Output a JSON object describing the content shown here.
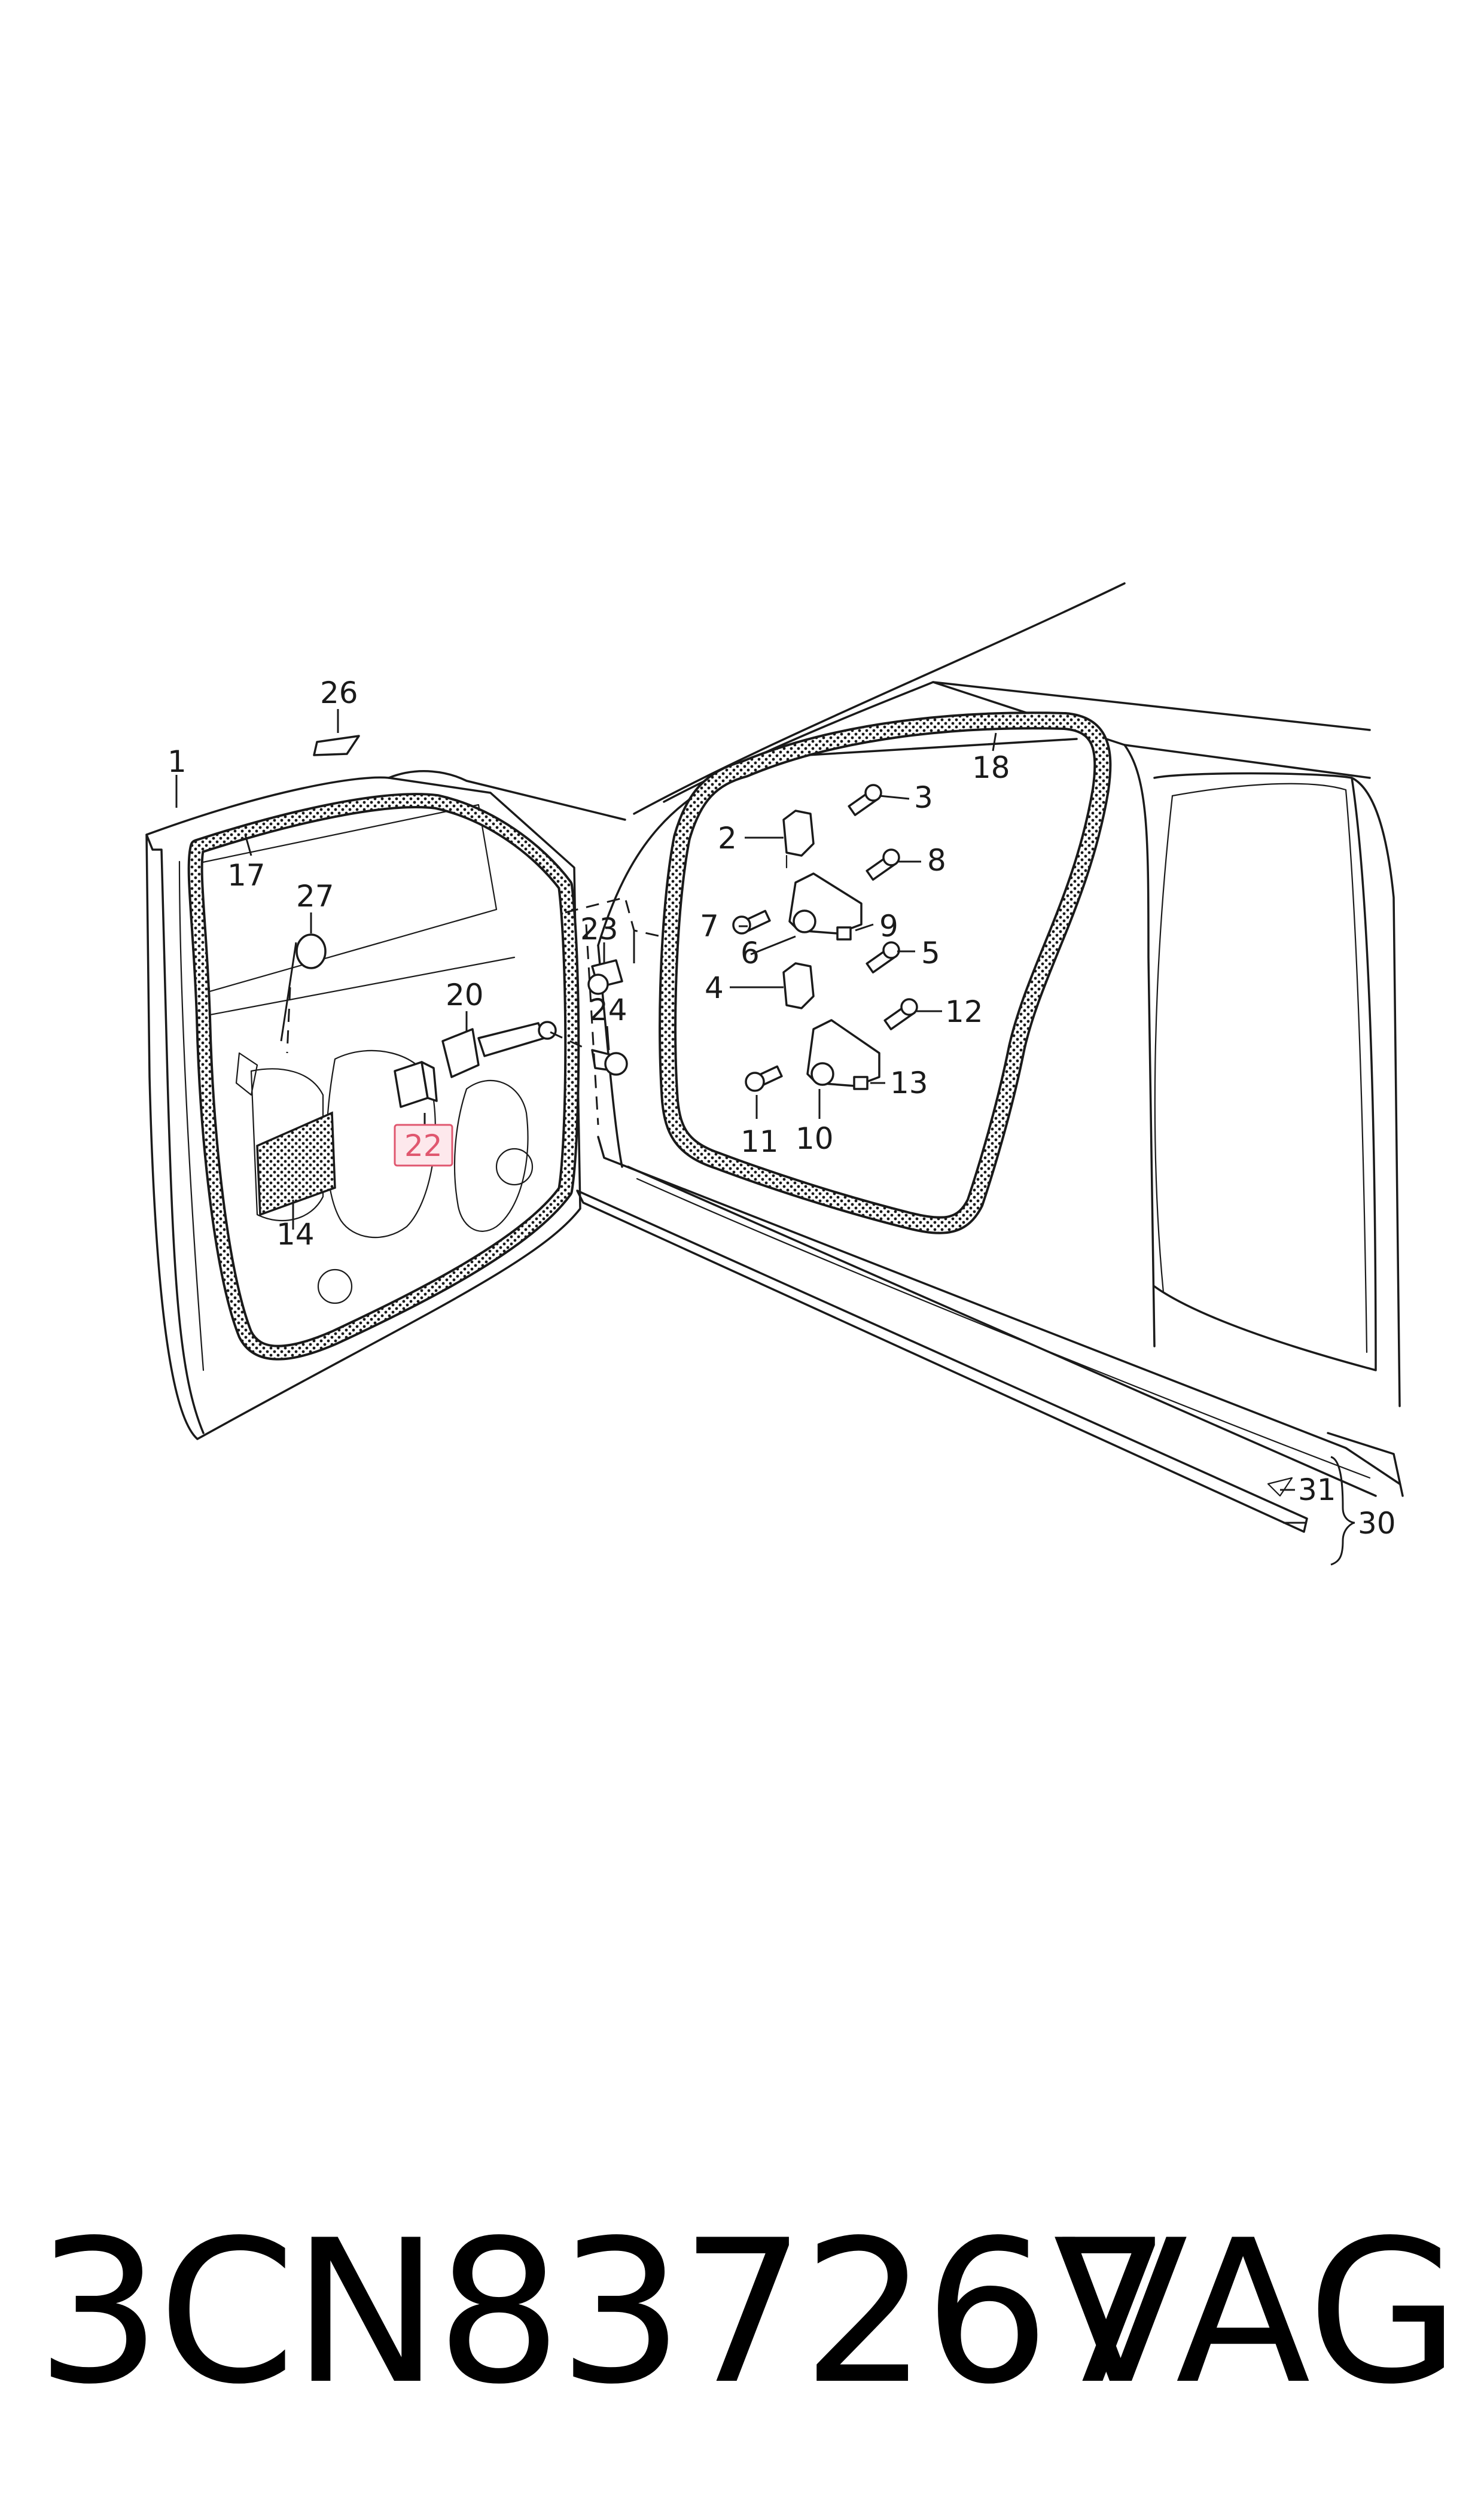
{
  "callouts": {
    "c1": "1",
    "c2": "2",
    "c3": "3",
    "c4": "4",
    "c5": "5",
    "c6": "6",
    "c7": "7",
    "c8": "8",
    "c9": "9",
    "c10": "10",
    "c11": "11",
    "c12": "12",
    "c13": "13",
    "c14": "14",
    "c17": "17",
    "c18": "18",
    "c20": "20",
    "c22": "22",
    "c23": "23",
    "c24": "24",
    "c26": "26",
    "c27": "27",
    "c30": "30",
    "c31": "31"
  },
  "highlighted_callout": "22",
  "highlight_color": "#e0576f",
  "footer": {
    "part_number": "3CN837267",
    "brand": "VAG"
  }
}
